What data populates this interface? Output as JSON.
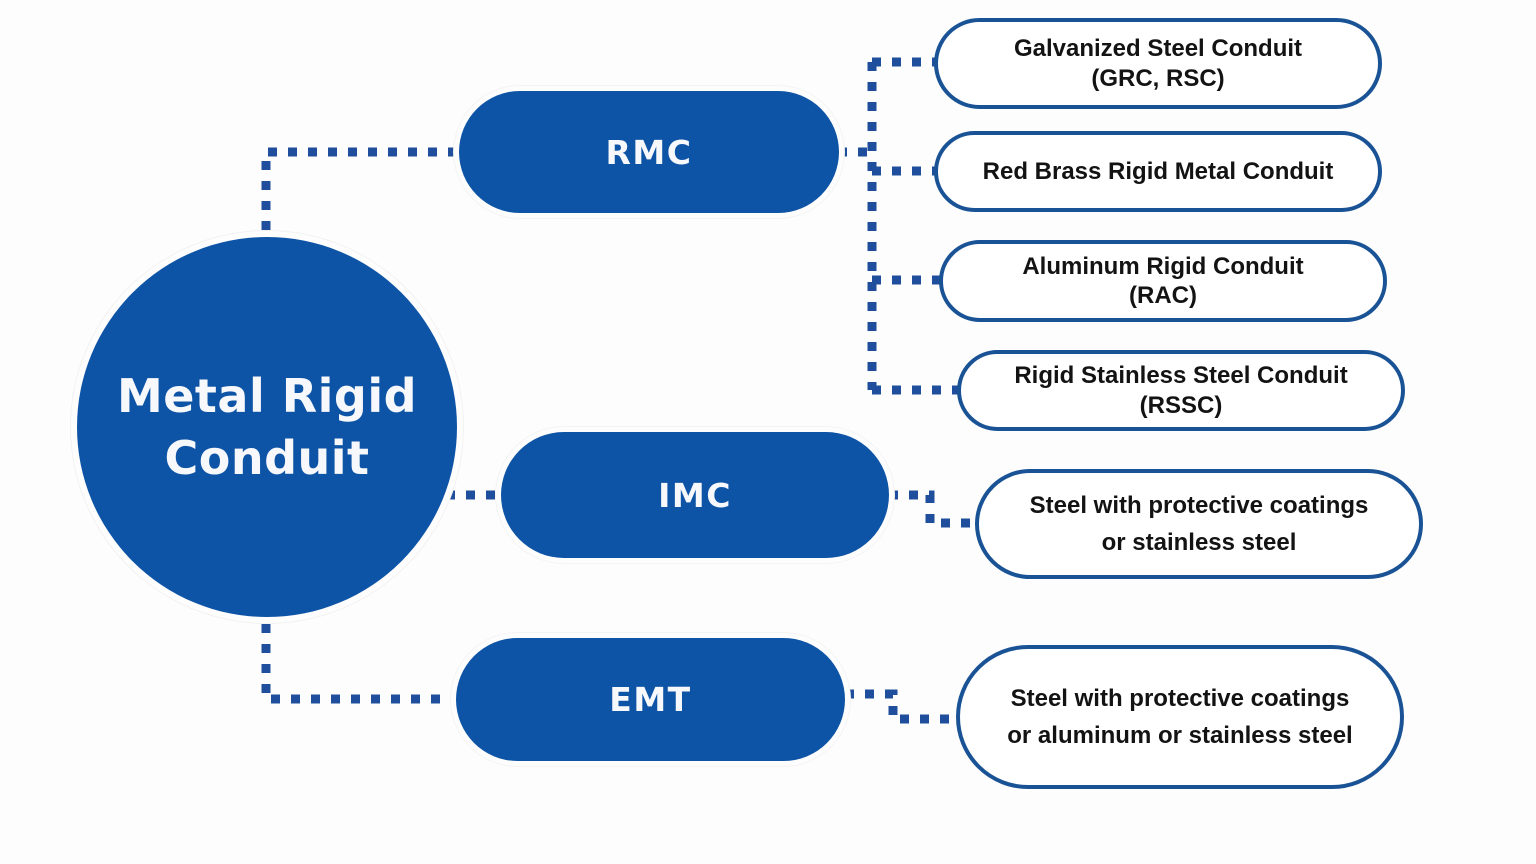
{
  "diagram": {
    "type": "hierarchy-tree",
    "title": "Metal Rigid Conduit",
    "orientation": "left-to-right",
    "colors": {
      "node_fill": "#0E54A6",
      "node_text": "#F6F8FB",
      "leaf_border": "#1A5395",
      "leaf_fill": "#FFFFFF",
      "leaf_text": "#131313",
      "connector": "#1E4E9C",
      "background": "#FDFDFD"
    },
    "connector_style": "dotted-square"
  },
  "root": {
    "label": "Metal Rigid Conduit",
    "line1": "Metal Rigid",
    "line2": "Conduit"
  },
  "branches": [
    {
      "id": "rmc",
      "label": "RMC",
      "leaves": [
        {
          "id": "grc",
          "line1": "Galvanized Steel Conduit",
          "line2": "(GRC, RSC)"
        },
        {
          "id": "red-brass",
          "line1": "Red Brass Rigid Metal Conduit",
          "line2": ""
        },
        {
          "id": "rac",
          "line1": "Aluminum Rigid Conduit",
          "line2": "(RAC)"
        },
        {
          "id": "rssc",
          "line1": "Rigid Stainless Steel Conduit",
          "line2": "(RSSC)"
        }
      ]
    },
    {
      "id": "imc",
      "label": "IMC",
      "leaves": [
        {
          "id": "imc-material",
          "line1": "Steel with protective coatings",
          "line2": "or stainless steel"
        }
      ]
    },
    {
      "id": "emt",
      "label": "EMT",
      "leaves": [
        {
          "id": "emt-material",
          "line1": "Steel with protective coatings",
          "line2": "or aluminum or stainless steel"
        }
      ]
    }
  ]
}
